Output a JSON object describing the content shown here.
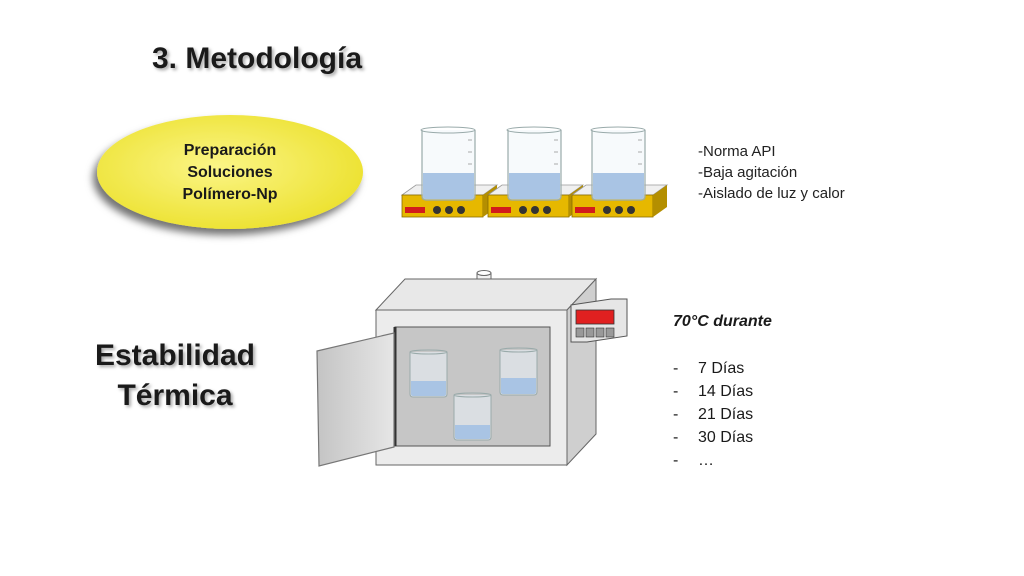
{
  "title": "3. Metodología",
  "preparation": {
    "lines": [
      "Preparación",
      "Soluciones",
      "Polímero-Np"
    ],
    "fill_color": "#f5ec4a"
  },
  "preparation_notes": [
    "-Norma API",
    "-Baja agitación",
    "-Aislado de luz y calor"
  ],
  "stability_label": [
    "Estabilidad",
    "Térmica"
  ],
  "conditions": {
    "heading": "70°C durante",
    "items": [
      "7 Días",
      "14 Días",
      "21 Días",
      "30 Días",
      "…"
    ]
  },
  "icons": {
    "stirrers": "magnetic-stirrer-with-beaker-icon",
    "oven": "laboratory-oven-icon"
  },
  "colors": {
    "liquid": "#a9c4e4",
    "display_red": "#e02020",
    "oven_gray": "#c8c8c8"
  }
}
